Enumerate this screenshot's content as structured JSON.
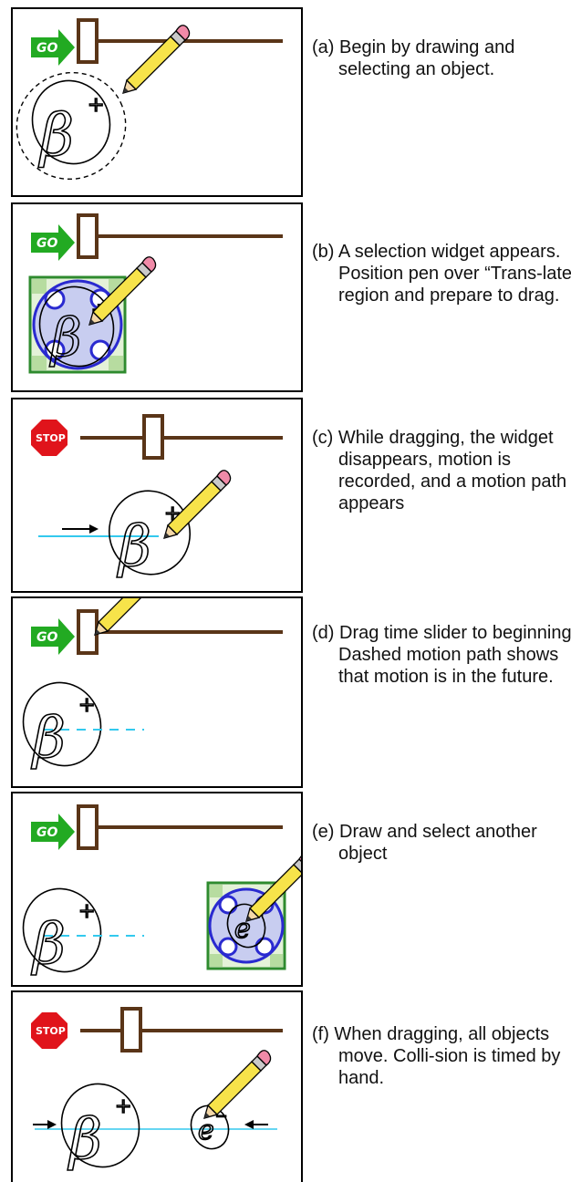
{
  "panels": [
    {
      "id": "a",
      "signal": "GO",
      "caption": "(a) Begin by drawing and selecting an object."
    },
    {
      "id": "b",
      "signal": "GO",
      "caption": "(b) A selection widget appears. Position pen over “Trans-late” region and prepare to drag."
    },
    {
      "id": "c",
      "signal": "STOP",
      "caption": "(c) While dragging, the widget disappears, motion is recorded, and a motion path appears"
    },
    {
      "id": "d",
      "signal": "GO",
      "caption": "(d) Drag time slider to beginning. Dashed motion path shows that motion is in the future."
    },
    {
      "id": "e",
      "signal": "GO",
      "caption": "(e) Draw and select another object"
    },
    {
      "id": "f",
      "signal": "STOP",
      "caption": "(f) When dragging, all objects move. Colli-sion is timed by hand."
    }
  ],
  "colors": {
    "go_green": "#22aa22",
    "stop_red": "#e0141b",
    "slider_brown": "#5a3518",
    "widget_blue": "#2a2ad0",
    "widget_fill": "#c8cdf0",
    "widget_green": "#2e8b2e",
    "motion_path": "#33c9ee",
    "pencil_yellow": "#f7e34a",
    "eraser_pink": "#f08aa8"
  },
  "symbols": {
    "beta": "β",
    "electron": "e",
    "plus": "+",
    "minus": "−"
  }
}
